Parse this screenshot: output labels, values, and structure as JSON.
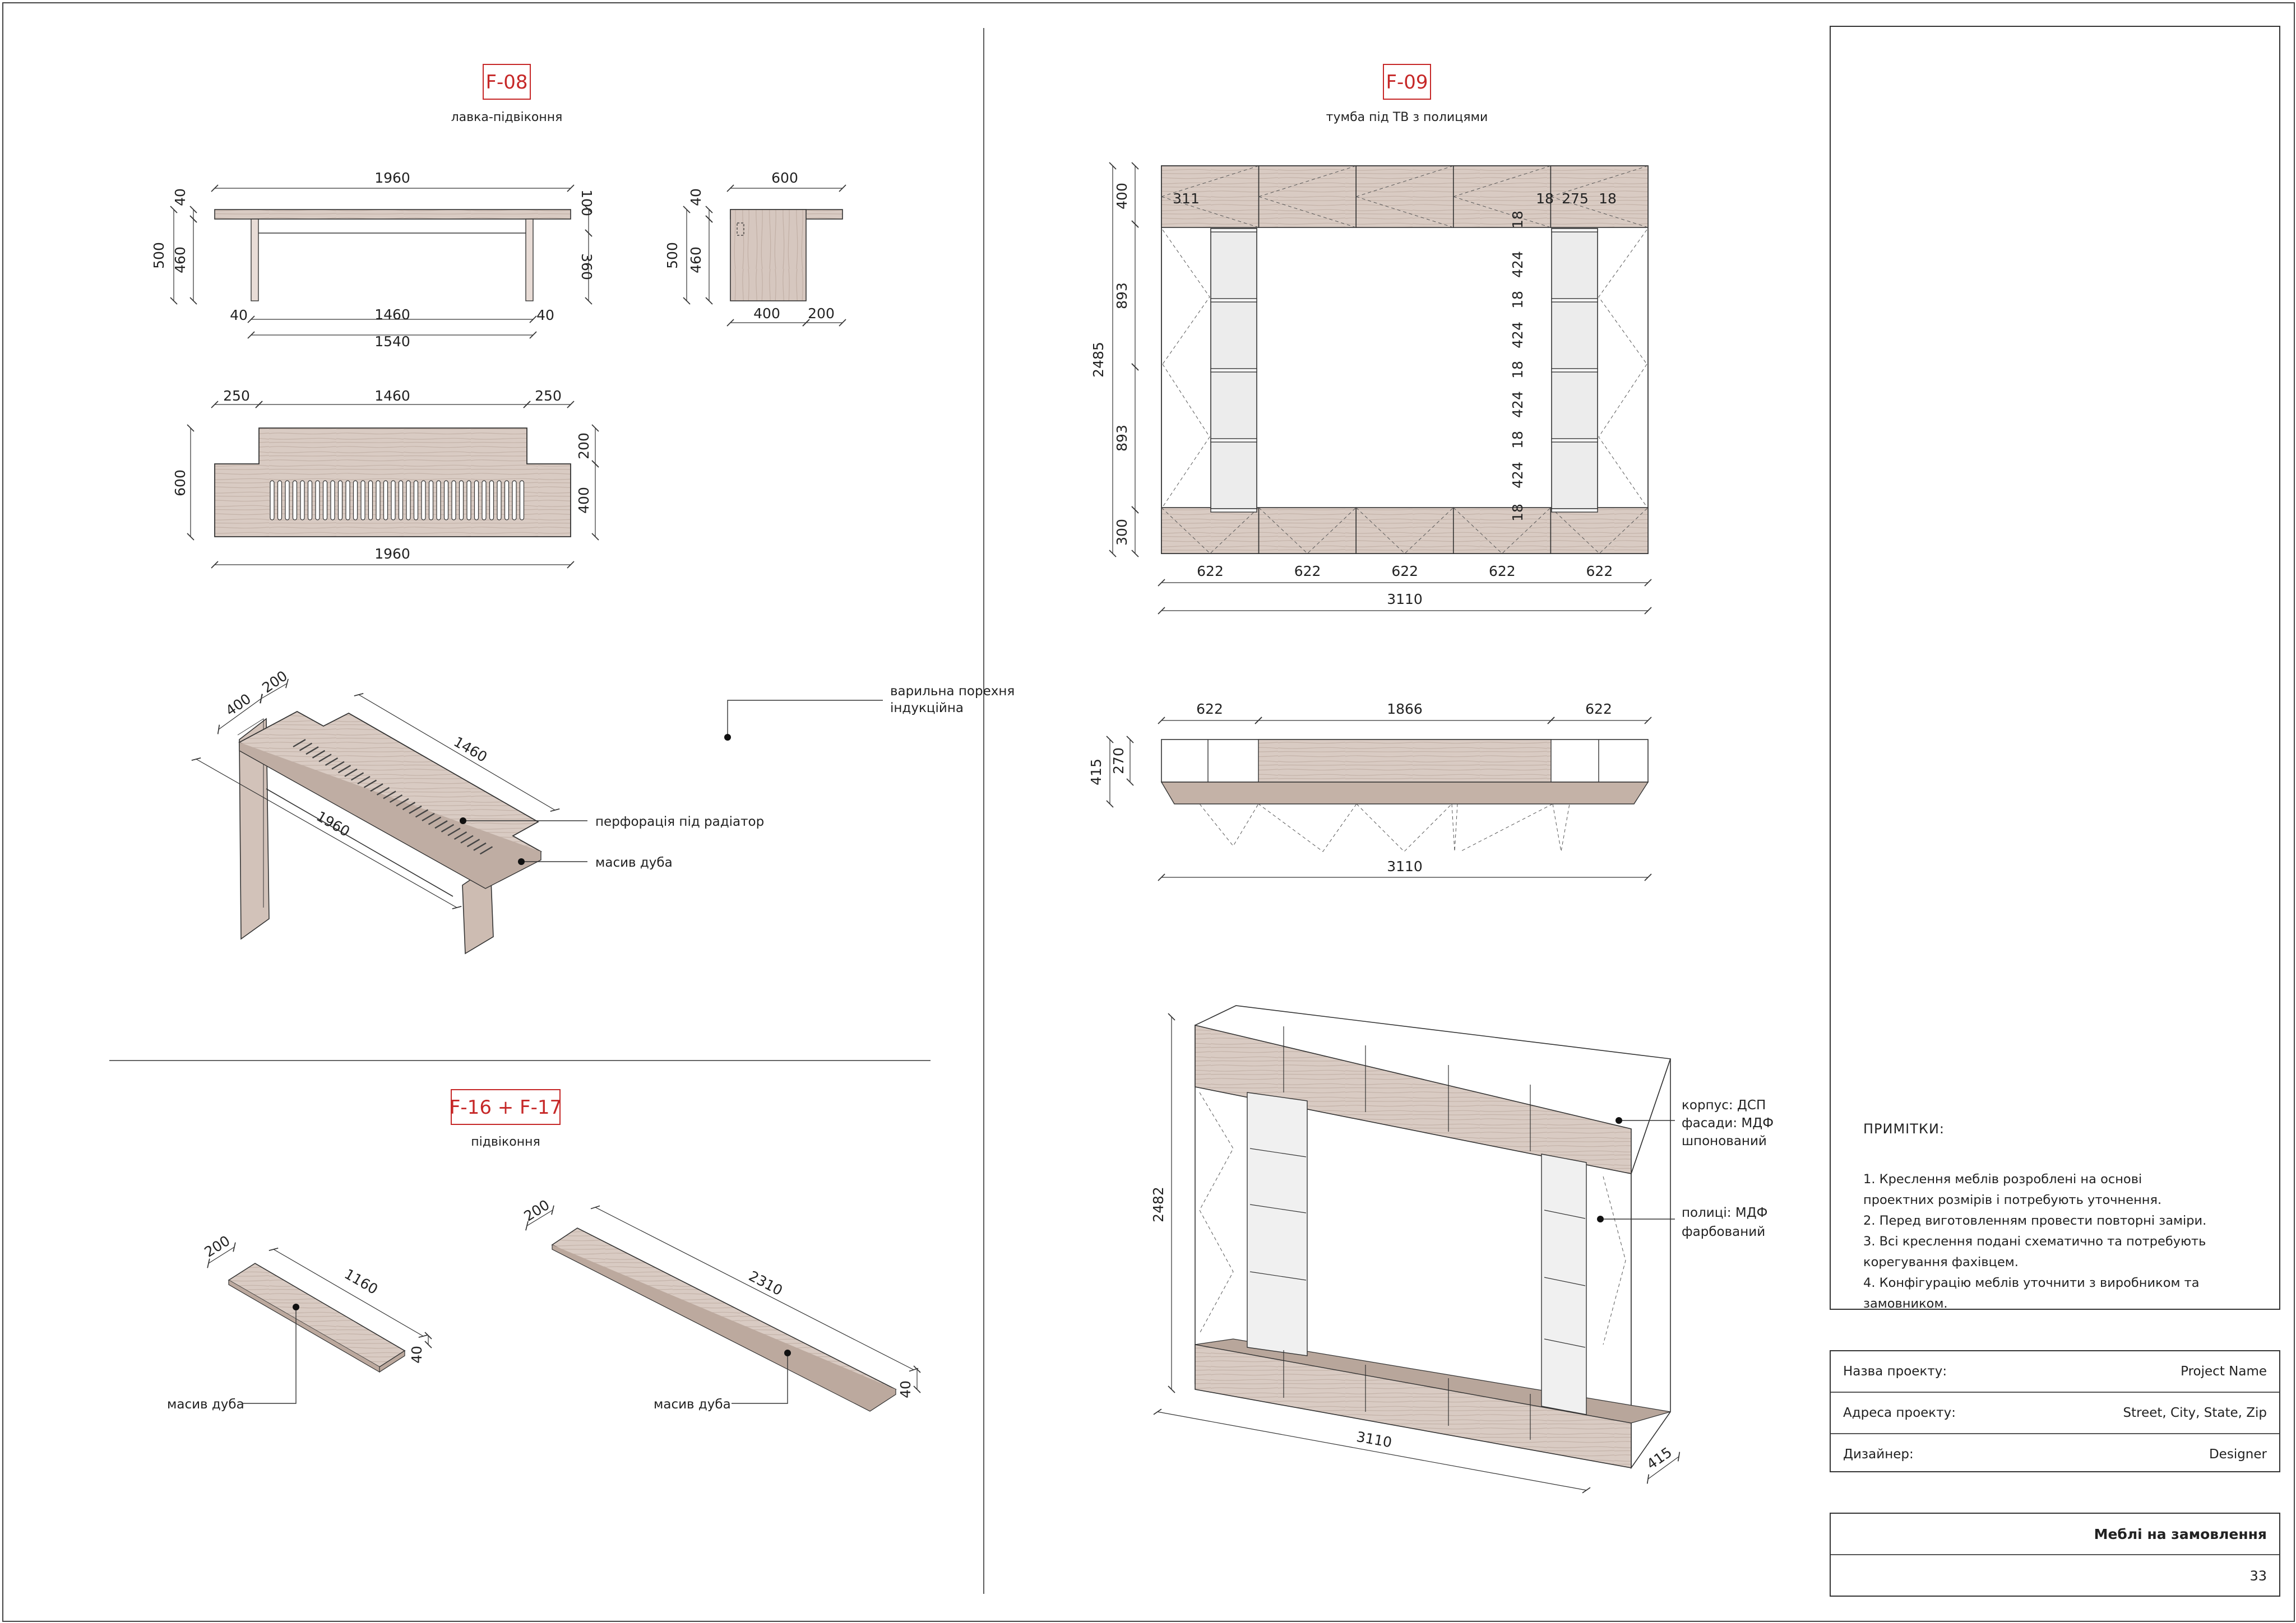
{
  "f08": {
    "code": "F-08",
    "name": "лавка-підвіконня",
    "front_dims": {
      "width": "1960",
      "top": "40",
      "height": "500",
      "leg": "460",
      "apron": "100",
      "clear": "360",
      "left_inset": "40",
      "right_inset": "40",
      "span": "1460",
      "outer": "1540"
    },
    "side_dims": {
      "depth": "600",
      "top": "40",
      "height": "500",
      "leg": "460",
      "base": "400",
      "overhang": "200"
    },
    "plan_dims": {
      "left": "250",
      "mid": "1460",
      "right": "250",
      "depth": "600",
      "back": "200",
      "front": "400",
      "width": "1960"
    },
    "iso_dims": {
      "a": "400",
      "b": "200",
      "c": "1460",
      "d": "1960"
    },
    "callouts": {
      "hob": "варильна порехня індукційна",
      "perforation": "перфорація під радіатор",
      "wood": "масив дуба"
    }
  },
  "f16": {
    "code": "F-16 + F-17",
    "name": "підвіконня",
    "item1": {
      "w": "200",
      "l": "1160",
      "t": "40",
      "label": "масив дуба"
    },
    "item2": {
      "w": "200",
      "l": "2310",
      "t": "40",
      "label": "масив дуба"
    }
  },
  "f09": {
    "code": "F-09",
    "name": "тумба під ТВ з полицями",
    "front_dims": {
      "top": "400",
      "total": "2485",
      "mid1": "893",
      "mid2": "893",
      "bottom": "300",
      "inner_left": "311",
      "t1": "18",
      "shelf_w": "275",
      "t2": "18",
      "shelf_stack": [
        "18",
        "424",
        "18",
        "424",
        "18",
        "424",
        "18",
        "424",
        "18"
      ],
      "modules": [
        "622",
        "622",
        "622",
        "622",
        "622"
      ],
      "width": "3110"
    },
    "plan_dims": {
      "left": "622",
      "mid": "1866",
      "right": "622",
      "depth": "415",
      "inner": "270",
      "width": "3110"
    },
    "iso_dims": {
      "height": "2482",
      "width": "3110",
      "depth": "415"
    },
    "callouts": {
      "body": "корпус: ДСП",
      "facade1": "фасади: МДФ",
      "facade2": "шпонований",
      "shelves1": "полиці: МДФ",
      "shelves2": "фарбований"
    }
  },
  "notes": {
    "title": "ПРИМІТКИ:",
    "lines": [
      "1. Креслення меблів розроблені на основі",
      "проектних розмірів і потребують уточнення.",
      "2. Перед виготовленням провести повторні заміри.",
      "3. Всі креслення подані схематично та потребують",
      "корегування фахівцем.",
      "4. Конфігурацію меблів уточнити з виробником та",
      "замовником."
    ]
  },
  "project": {
    "name_label": "Назва проекту:",
    "name_value": "Project Name",
    "address_label": "Адреса проекту:",
    "address_value": "Street, City, State, Zip",
    "designer_label": "Дизайнер:",
    "designer_value": "Designer",
    "sheet_title": "Меблі на замовлення",
    "sheet_no": "33"
  },
  "colors": {
    "wood": "#d9cbc3",
    "wood_dark": "#b9a69b",
    "red": "#c62828",
    "line": "#333333"
  }
}
